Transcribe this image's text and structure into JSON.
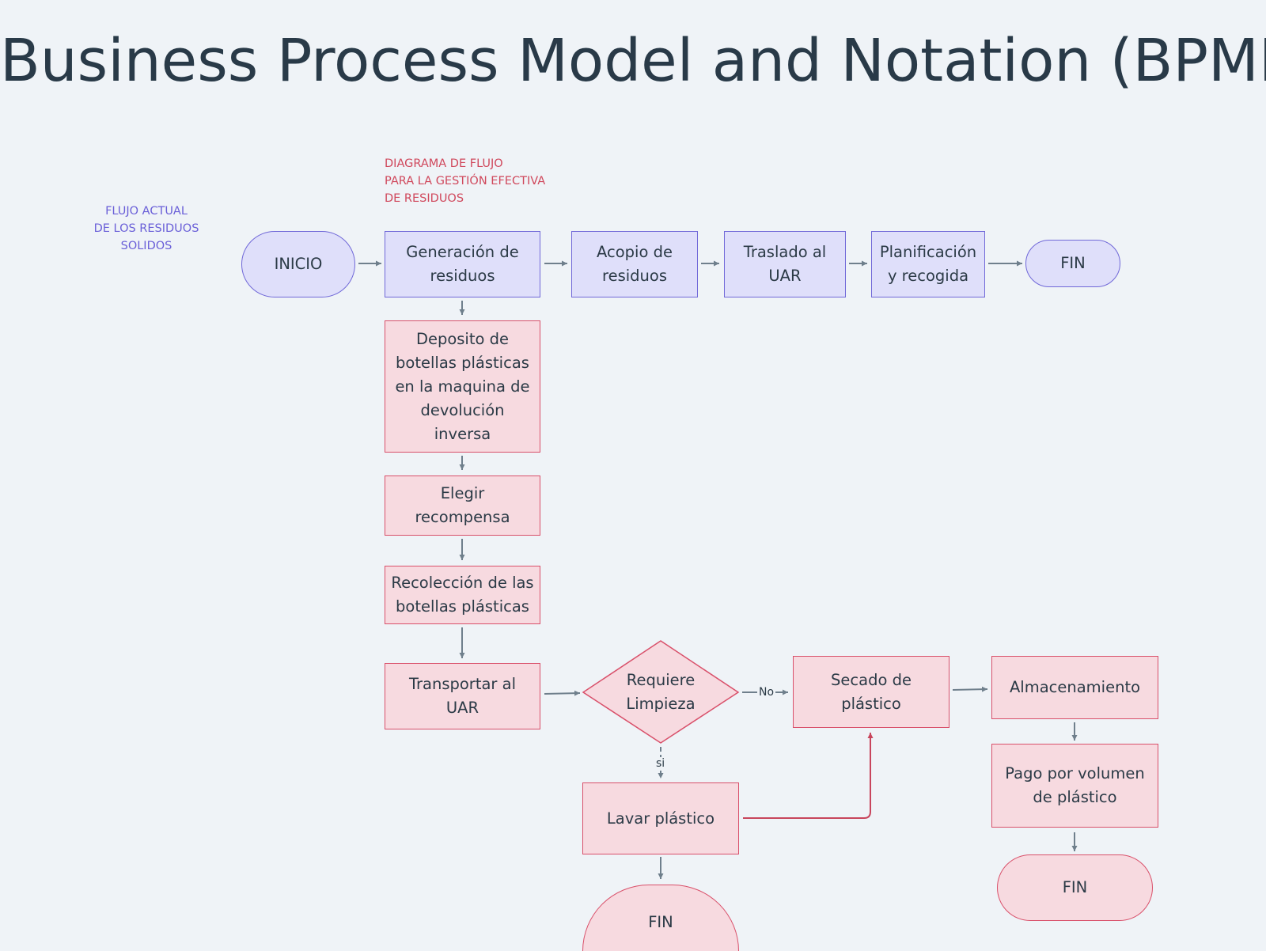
{
  "title": "Business Process Model and Notation (BPMN)",
  "annotations": {
    "current_flow": [
      "FLUJO ACTUAL",
      "DE LOS RESIDUOS",
      "SOLIDOS"
    ],
    "proposed_flow": [
      "DIAGRAMA DE FLUJO",
      "PARA LA GESTIÓN EFECTIVA",
      "DE RESIDUOS"
    ]
  },
  "nodes": {
    "inicio": [
      "INICIO"
    ],
    "generacion": [
      "Generación de",
      "residuos"
    ],
    "acopio": [
      "Acopio de",
      "residuos"
    ],
    "traslado": [
      "Traslado al",
      "UAR"
    ],
    "planificacion": [
      "Planificación",
      "y recogida"
    ],
    "fin_top": [
      "FIN"
    ],
    "deposito": [
      "Deposito de",
      "botellas plásticas",
      "en la maquina de",
      "devolución",
      "inversa"
    ],
    "elegir": [
      "Elegir",
      "recompensa"
    ],
    "recoleccion": [
      "Recolección de las",
      "botellas plásticas"
    ],
    "transportar": [
      "Transportar al",
      "UAR"
    ],
    "requiere": [
      "Requiere",
      "Limpieza"
    ],
    "secado": [
      "Secado de",
      "plástico"
    ],
    "almacenamiento": [
      "Almacenamiento"
    ],
    "pago": [
      "Pago por volumen",
      "de plástico"
    ],
    "fin_right": [
      "FIN"
    ],
    "lavar": [
      "Lavar plástico"
    ],
    "fin_bottom": [
      "FIN"
    ]
  },
  "edge_labels": {
    "no": "No",
    "si": "si"
  },
  "colors": {
    "background": "#eff3f7",
    "current_fill": "#dfdffa",
    "current_stroke": "#7068d8",
    "proposed_fill": "#f7dae0",
    "proposed_stroke": "#d9506a",
    "arrow": "#6f7f8c",
    "highlight_arrow": "#c8455c"
  }
}
